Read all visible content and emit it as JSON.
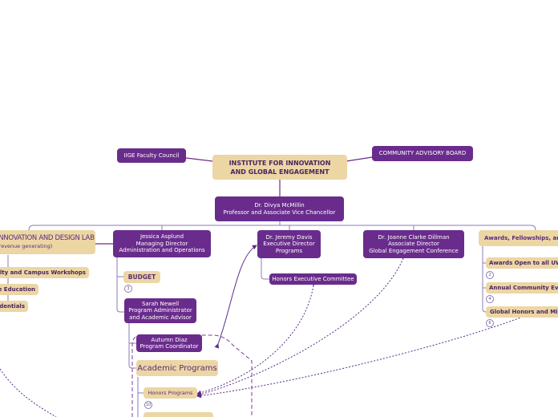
{
  "diagram": {
    "root": {
      "line1": "INSTITUTE FOR INNOVATION",
      "line2": "AND GLOBAL ENGAGEMENT"
    },
    "faculty_council": "IIGE Faculty Council",
    "advisory_board": "COMMUNITY ADVISORY BOARD",
    "director": {
      "name": "Dr. Divya McMillin",
      "title": "Professor and Associate Vice Chancellor"
    },
    "design_lab": {
      "title": "INNOVATION AND DESIGN LAB",
      "subtitle": "(revenue generating)"
    },
    "design_lab_items": [
      "Faculty and Campus Workshops",
      "Online Education",
      "Credentials"
    ],
    "asplund": {
      "name": "Jessica Asplund",
      "title1": "Managing Director",
      "title2": "Administration and Operations"
    },
    "budget": {
      "label": "BUDGET",
      "count": "3"
    },
    "newell": {
      "name": "Sarah Newell",
      "title1": "Program Administrator",
      "title2": "and Academic Advisor"
    },
    "diaz": {
      "name": "Autumn Diaz",
      "title": "Program Coordinator"
    },
    "academic_programs": "Academic Programs",
    "honors_programs": {
      "label": "Honors Programs",
      "count": "10"
    },
    "davis": {
      "name": "Dr. Jeremy Davis",
      "title1": "Executive Director",
      "title2": "Programs"
    },
    "honors_committee": "Honors Executive Committee",
    "dillman": {
      "name": "Dr. Joanne Clarke Dillman",
      "title1": "Associate Director",
      "title2": "Global Engagement Conference"
    },
    "awards": {
      "label": "Awards, Fellowships, and"
    },
    "awards_items": [
      {
        "label": "Awards Open to all UW",
        "count": "2"
      },
      {
        "label": "Annual Community Ev",
        "count": "4"
      },
      {
        "label": "Global Honors and Mi",
        "count": "6"
      }
    ],
    "colors": {
      "purple": "#6a2c8c",
      "tan": "#ecd6a4",
      "connector": "#8b7bb8",
      "dashed": "#5b2d8a"
    }
  }
}
